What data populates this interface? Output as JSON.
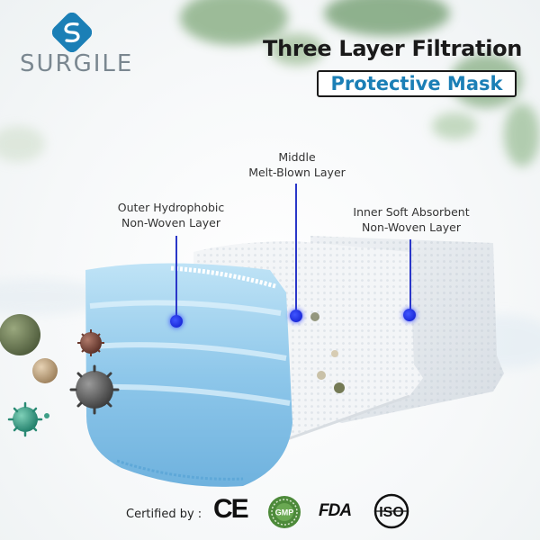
{
  "brand": {
    "name": "SURGILE",
    "logo_icon": "s-swirl-logo-icon",
    "logo_color": "#1b7fb6"
  },
  "headline": {
    "title": "Three Layer Filtration",
    "subtitle": "Protective Mask"
  },
  "callouts": {
    "outer": {
      "line1": "Outer Hydrophobic",
      "line2": "Non-Woven Layer"
    },
    "middle": {
      "line1": "Middle",
      "line2": "Melt-Blown Layer"
    },
    "inner": {
      "line1": "Inner Soft Absorbent",
      "line2": "Non-Woven Layer"
    }
  },
  "certifications": {
    "label": "Certified by :",
    "ce": "CE",
    "gmp": "GMP",
    "fda": "FDA",
    "iso": "ISO"
  },
  "colors": {
    "accent_blue": "#1b7fb6",
    "dot_blue": "#1a2bea",
    "mask_blue": "#9fd0ec"
  }
}
